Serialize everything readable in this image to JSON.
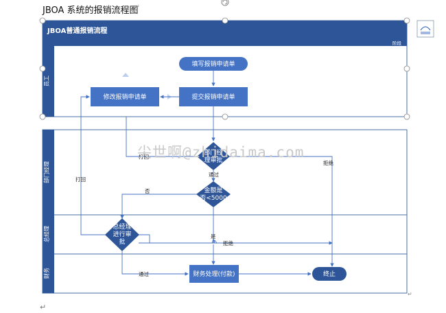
{
  "document": {
    "title": "JBOA 系统的报销流程图",
    "watermark": "尖世啊@zhidaima.com"
  },
  "diagram": {
    "header": "JBOA普通报销流程",
    "phase_label": "阶段",
    "lanes": [
      "员工",
      "部门经理",
      "总经理",
      "财务"
    ],
    "nodes": {
      "fill": "填写报销申请单",
      "modify": "修改报销申请单",
      "submit": "提交报销申请单",
      "dept_1": "部门经",
      "dept_2": "理审批",
      "amount_1": "金额是",
      "amount_2": "否<5000",
      "gm_1": "总经理",
      "gm_2": "进行审",
      "gm_3": "批",
      "finance": "财务处理(付款)",
      "end": "终止"
    },
    "edges": {
      "return_dept": "打回",
      "reject_dept": "拒绝",
      "pass_dept": "通过",
      "no": "否",
      "return_gm": "打回",
      "yes": "是",
      "reject_gm": "拒绝",
      "pass_gm": "通过"
    }
  }
}
